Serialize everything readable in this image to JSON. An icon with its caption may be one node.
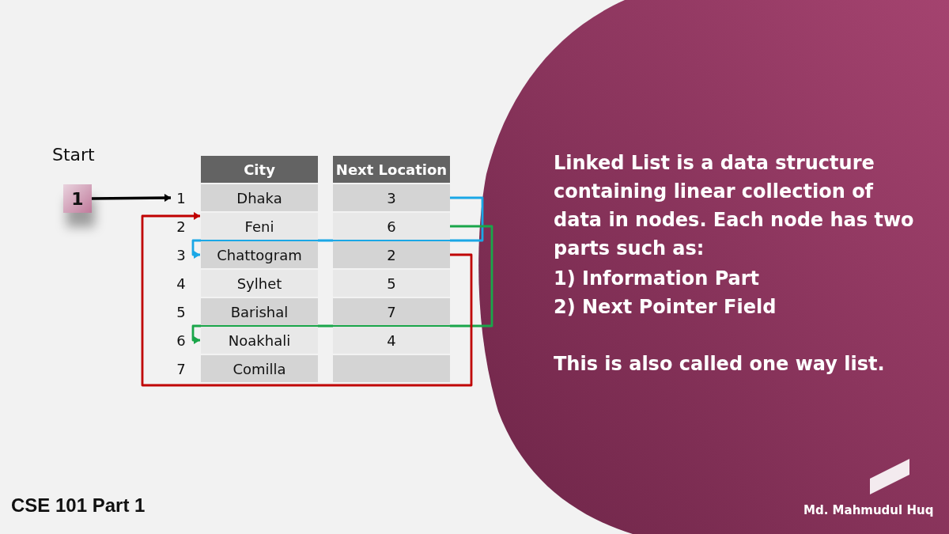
{
  "diagram": {
    "nodes": [
      {
        "text": [
          "1"
        ],
        "beside": [
          "Start"
        ]
      },
      {
        "text": [
          "City"
        ]
      },
      {
        "text": [
          "Next Location"
        ]
      },
      {
        "text": [
          "1"
        ]
      },
      {
        "text": [
          "Dhaka"
        ]
      },
      {
        "text": [
          "3"
        ]
      },
      {
        "text": [
          "Feni"
        ]
      },
      {
        "text": [
          "6"
        ]
      },
      {
        "text": [
          "Chattogram"
        ]
      },
      {
        "text": [
          "2"
        ]
      },
      {
        "text": [
          "Sylhet"
        ]
      },
      {
        "text": [
          "5"
        ]
      },
      {
        "text": [
          "Barishal"
        ]
      },
      {
        "text": [
          "7"
        ]
      },
      {
        "text": [
          "Noakhali"
        ]
      },
      {
        "text": [
          "4"
        ]
      },
      {
        "text": [
          "Comilla"
        ]
      },
      {
        "text": [],
        "shape": "box"
      }
    ],
    "edges": [
      {
        "from": 0,
        "to": 3,
        "arrow": "to"
      },
      {
        "from": 5,
        "to": 8,
        "arrow": "to",
        "color": "#1aa7e6"
      },
      {
        "from": 7,
        "to": 14,
        "arrow": "to",
        "color": "#1aa64a"
      },
      {
        "from": 9,
        "to": 6,
        "arrow": "to",
        "color": "#c00000"
      }
    ],
    "labels": [
      "2",
      "3",
      "4",
      "5",
      "6",
      "7",
      "Linked List is a data structure containing linear collection of data in nodes. Each node has two parts such as:",
      "1) Information Part",
      "2) Next Pointer Field",
      "This is also called one way list.",
      "CSE 101 Part 1",
      "Md. Mahmudul Huq"
    ]
  }
}
